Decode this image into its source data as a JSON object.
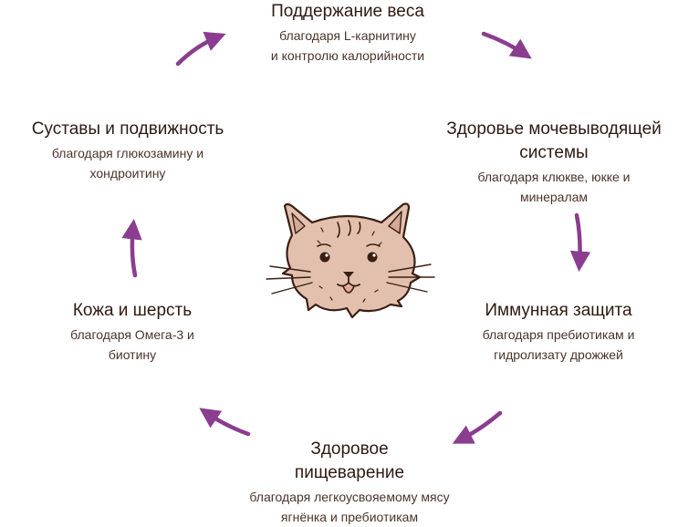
{
  "benefits": [
    {
      "title": "Поддержание веса",
      "subtitle": "благодаря L-карнитину\nи контролю калорийности"
    },
    {
      "title": "Здоровье мочевыводящей\nсистемы",
      "subtitle": "благодаря клюкве, юкке и\nминералам"
    },
    {
      "title": "Иммунная защита",
      "subtitle": "благодаря пребиотикам и\nгидролизату дрожжей"
    },
    {
      "title": "Здоровое\nпищеварение",
      "subtitle": "благодаря легкоусвояемому мясу\nягнёнка и пребиотикам"
    },
    {
      "title": "Кожа и шерсть",
      "subtitle": "благодаря Омега-3 и\nбиотину"
    },
    {
      "title": "Суставы и подвижность",
      "subtitle": "благодаря глюкозамину и\nхондроитину"
    }
  ],
  "colors": {
    "arrow": "#8b3d8f",
    "cat_fill": "#e3c0ad",
    "cat_stroke": "#3a1f14",
    "text": "#2e1a12"
  },
  "icons": {
    "center": "cat-face-icon",
    "arrows": "curved-arrow-icon"
  }
}
